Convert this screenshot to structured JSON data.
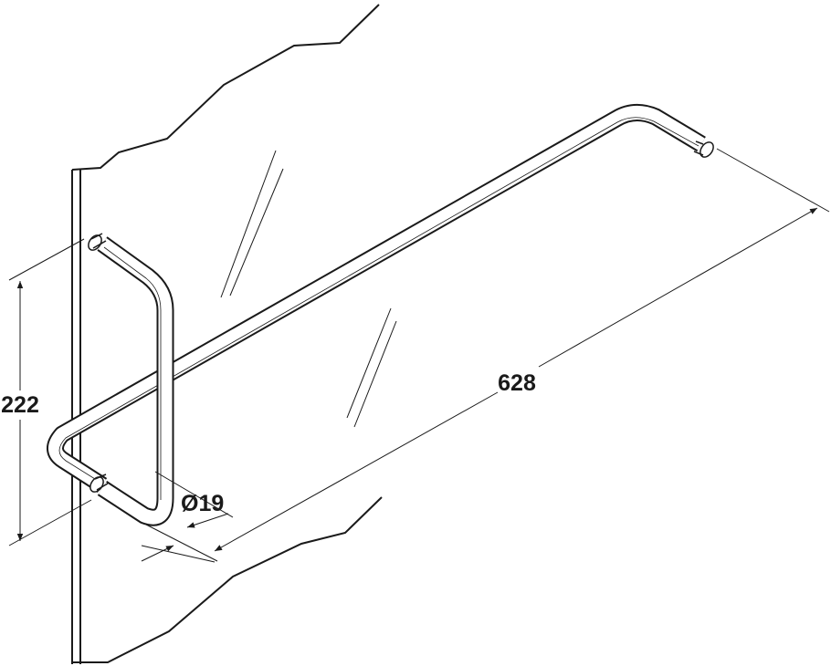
{
  "dimensions": {
    "height": "222",
    "length": "628",
    "diameter": "Ø19"
  },
  "colors": {
    "line": "#1a1a1a",
    "background": "#ffffff"
  }
}
